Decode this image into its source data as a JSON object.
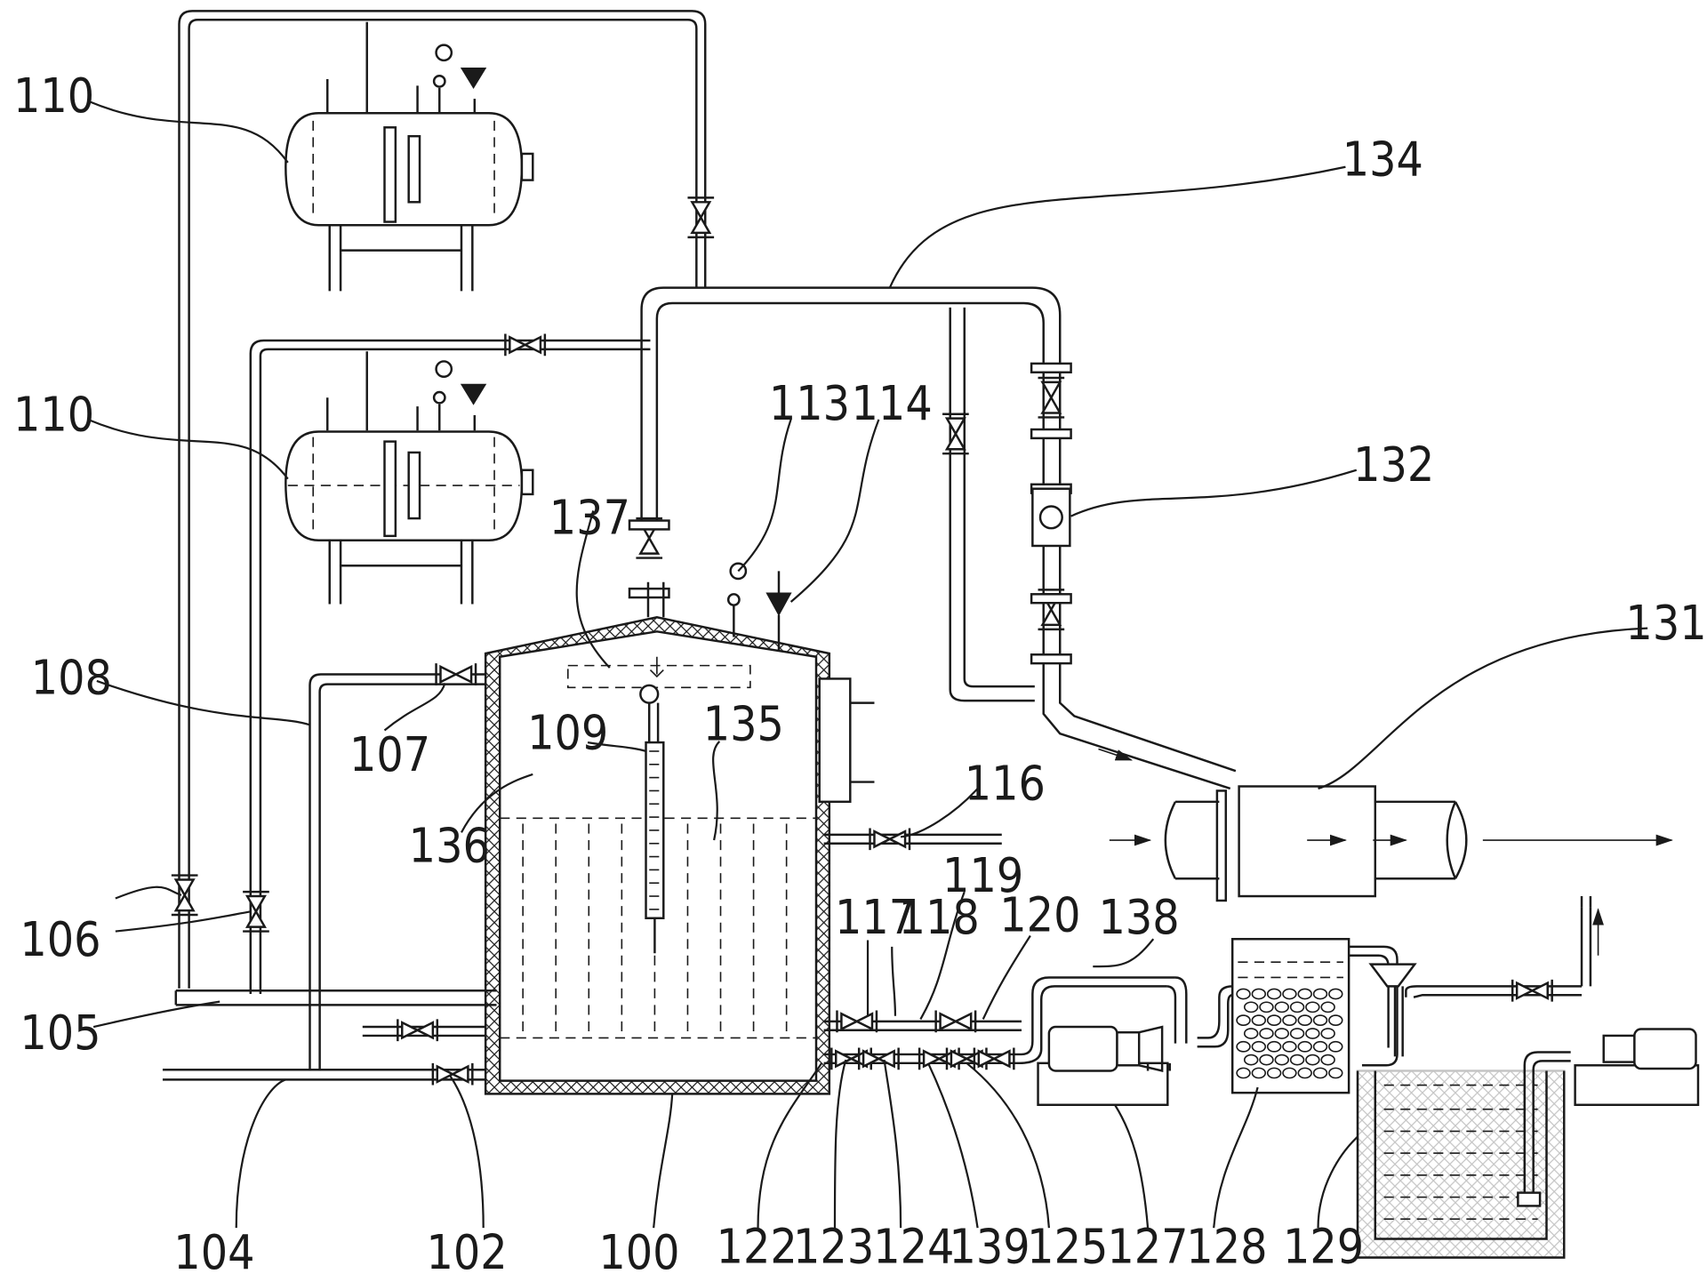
{
  "figure": {
    "labels": {
      "l110a": "110",
      "l110b": "110",
      "l134": "134",
      "l132": "132",
      "l131": "131",
      "l113": "113",
      "l114": "114",
      "l137": "137",
      "l108": "108",
      "l107": "107",
      "l109": "109",
      "l135": "135",
      "l136": "136",
      "l116": "116",
      "l119": "119",
      "l117": "117",
      "l118": "118",
      "l120": "120",
      "l138": "138",
      "l106": "106",
      "l105": "105",
      "l104": "104",
      "l102": "102",
      "l100": "100",
      "l122": "122",
      "l123": "123",
      "l124": "124",
      "l139": "139",
      "l125": "125",
      "l127": "127",
      "l128": "128",
      "l129": "129"
    }
  }
}
